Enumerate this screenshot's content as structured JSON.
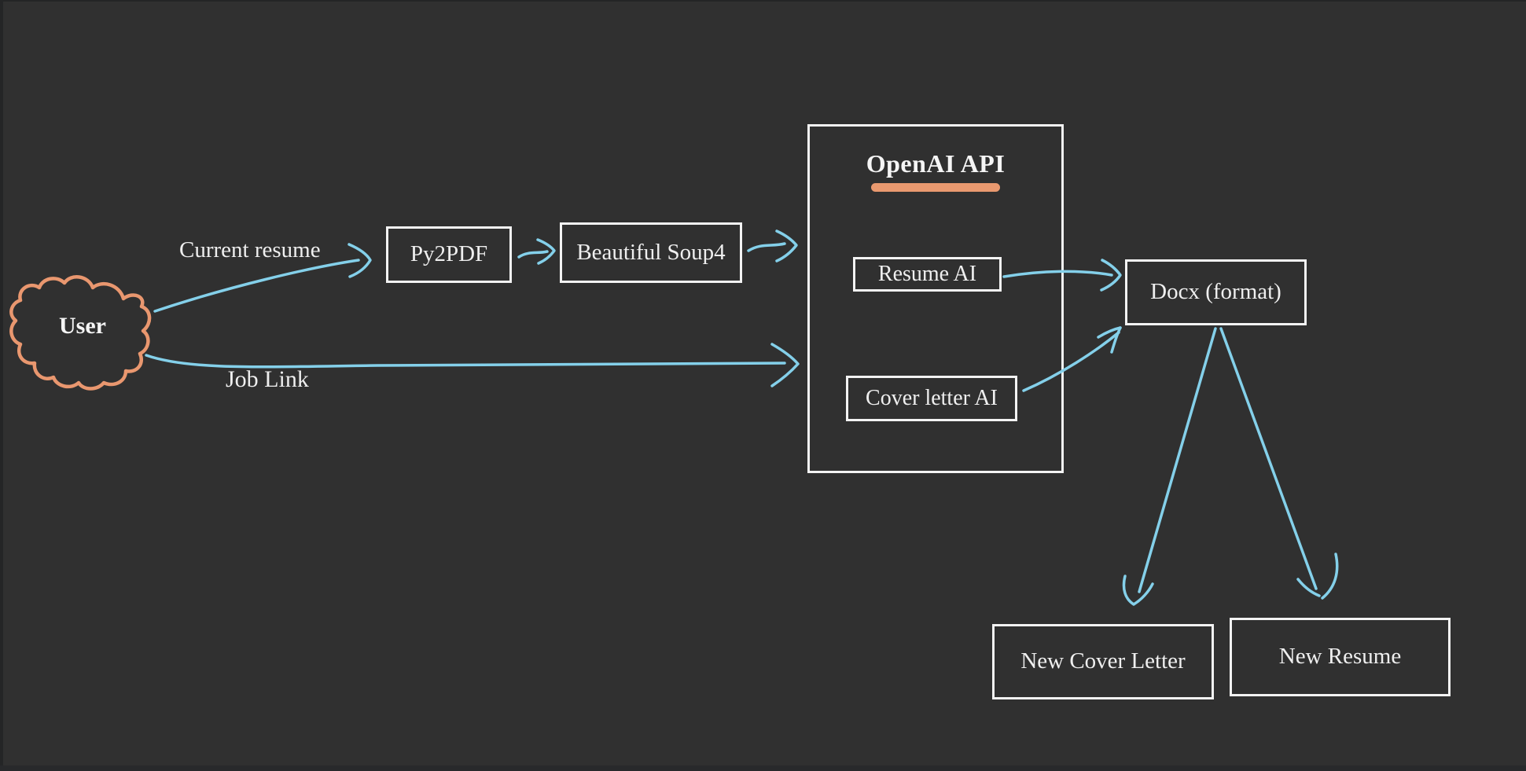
{
  "diagram": {
    "nodes": {
      "user": {
        "label": "User",
        "shape": "cloud"
      },
      "py2pdf": {
        "label": "Py2PDF"
      },
      "beautiful_soup": {
        "label": "Beautiful Soup4"
      },
      "openai_api": {
        "title": "OpenAI API"
      },
      "resume_ai": {
        "label": "Resume AI"
      },
      "cover_letter_ai": {
        "label": "Cover letter AI"
      },
      "docx": {
        "label": "Docx (format)"
      },
      "new_cover_letter": {
        "label": "New Cover Letter"
      },
      "new_resume": {
        "label": "New Resume"
      }
    },
    "edge_labels": {
      "current_resume": "Current resume",
      "job_link": "Job Link"
    },
    "colors": {
      "background": "#303030",
      "box_border": "#f3f3f3",
      "text": "#efefef",
      "arrow_blue": "#84d0ea",
      "accent_salmon": "#e9996f"
    }
  }
}
